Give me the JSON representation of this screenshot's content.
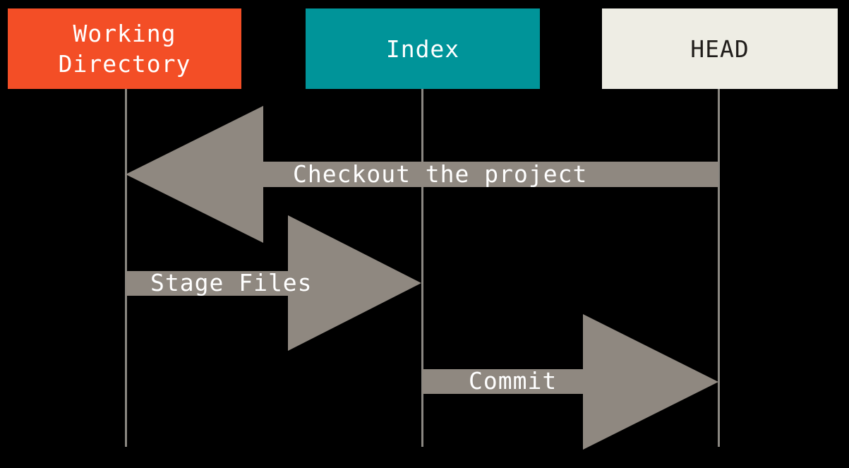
{
  "nodes": [
    {
      "id": "working-directory",
      "label": "Working\nDirectory"
    },
    {
      "id": "index",
      "label": "Index"
    },
    {
      "id": "head",
      "label": "HEAD"
    }
  ],
  "arrows": [
    {
      "id": "checkout",
      "label": "Checkout the project",
      "direction": "left",
      "from": "head",
      "to": "working-directory"
    },
    {
      "id": "stage-files",
      "label": "Stage Files",
      "direction": "right",
      "from": "working-directory",
      "to": "index"
    },
    {
      "id": "commit",
      "label": "Commit",
      "direction": "right",
      "from": "index",
      "to": "head"
    }
  ],
  "colors": {
    "background": "#000000",
    "wd_bg": "#F34E26",
    "wd_text": "#FFFFFF",
    "index_bg": "#009499",
    "index_text": "#FFFFFF",
    "head_bg": "#EEEDE4",
    "head_text": "#211E1B",
    "arrow_fill": "#8F8880",
    "arrow_text": "#FFFFFF",
    "lifeline": "#8A8781"
  }
}
